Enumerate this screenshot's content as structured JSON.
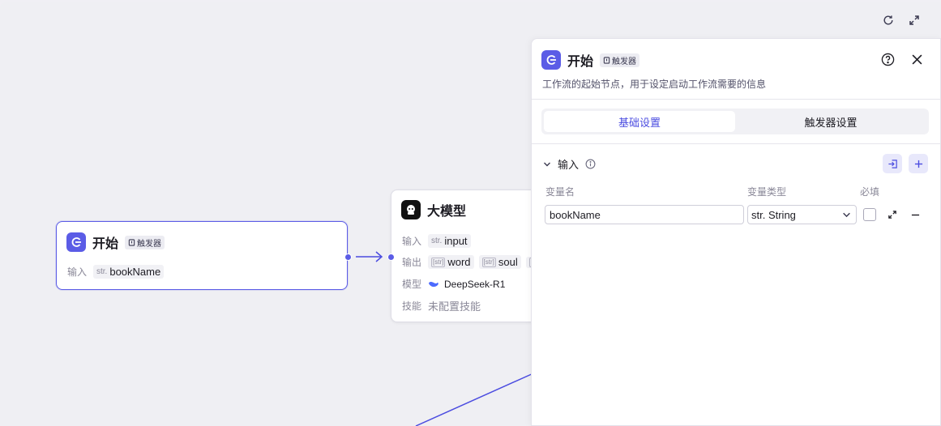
{
  "canvas": {
    "toolbar": {
      "refresh_icon": "refresh-icon",
      "expand_icon": "expand-icon"
    },
    "start_node": {
      "title": "开始",
      "trigger_tag": "触发器",
      "input_label": "输入",
      "input_type": "str.",
      "input_name": "bookName"
    },
    "llm_node": {
      "title": "大模型",
      "input_label": "输入",
      "input_type": "str.",
      "input_name": "input",
      "output_label": "输出",
      "outputs": [
        {
          "type": "[str]",
          "name": "word"
        },
        {
          "type": "[str]",
          "name": "soul"
        },
        {
          "type": "[str",
          "name": ""
        }
      ],
      "model_label": "模型",
      "model_name": "DeepSeek-R1",
      "skill_label": "技能",
      "skill_value": "未配置技能"
    }
  },
  "panel": {
    "title": "开始",
    "trigger_tag": "触发器",
    "description": "工作流的起始节点，用于设定启动工作流需要的信息",
    "tabs": [
      {
        "label": "基础设置",
        "active": true
      },
      {
        "label": "触发器设置",
        "active": false
      }
    ],
    "section": {
      "title": "输入",
      "columns": {
        "name": "变量名",
        "type": "变量类型",
        "required": "必填"
      },
      "variables": [
        {
          "name": "bookName",
          "type": "str. String",
          "required": false
        }
      ]
    }
  },
  "colors": {
    "accent": "#5b5ce6",
    "edge": "#4b4ce0"
  }
}
